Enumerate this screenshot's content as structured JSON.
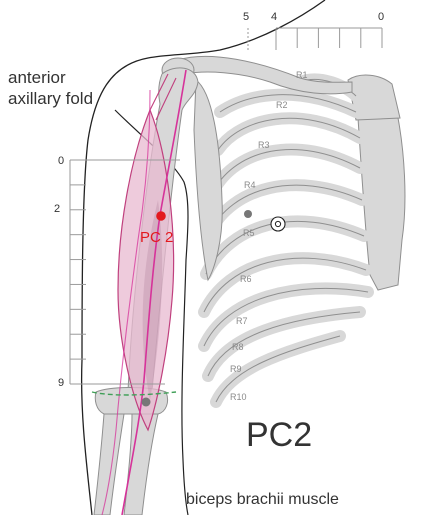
{
  "colors": {
    "bone_fill": "#d8d8d8",
    "bone_stroke": "#8f8f8f",
    "muscle_fill": "#e8b9d0",
    "muscle_stroke": "#c0407e",
    "meridian": "#d6339a",
    "point": "#e3191f",
    "outline": "#222222",
    "elbow_line": "#3f9f57"
  },
  "labels": {
    "anterior_axillary_fold_line1": "anterior",
    "anterior_axillary_fold_line2": "axillary fold",
    "point_label": "PC 2",
    "title": "PC2",
    "muscle_label": "biceps brachii muscle"
  },
  "vertical_scale": {
    "top_label": "0",
    "mid_label": "2",
    "bottom_label": "9",
    "divisions": 9
  },
  "horizontal_scale": {
    "labels": [
      "5",
      "4",
      "0"
    ],
    "divisions": 5
  },
  "rib_labels": [
    "R1",
    "R2",
    "R3",
    "R4",
    "R5",
    "R6",
    "R7",
    "R8",
    "R9",
    "R10"
  ]
}
